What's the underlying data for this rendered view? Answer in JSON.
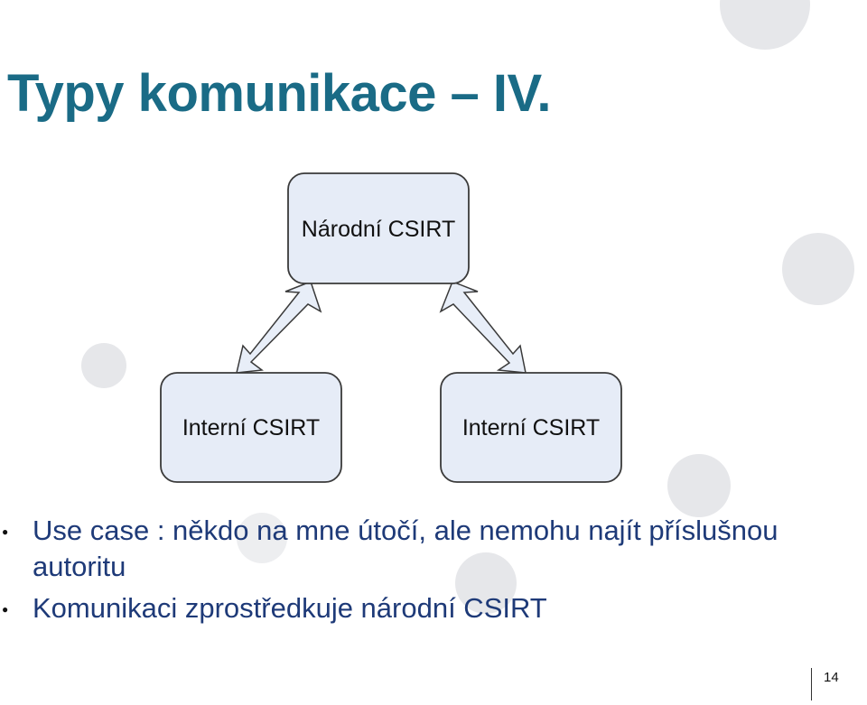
{
  "slide": {
    "title": "Typy komunikace – IV.",
    "page_number": "14"
  },
  "diagram": {
    "nodes": [
      {
        "id": "top",
        "label": "Národní CSIRT"
      },
      {
        "id": "left",
        "label": "Interní CSIRT"
      },
      {
        "id": "right",
        "label": "Interní CSIRT"
      }
    ],
    "edges": [
      {
        "from": "top",
        "to": "left",
        "bidirectional": true
      },
      {
        "from": "top",
        "to": "right",
        "bidirectional": true
      }
    ],
    "colors": {
      "node_fill": "#e6ecf7",
      "node_stroke": "#3a3a3a",
      "arrow_fill": "#e8eef8"
    }
  },
  "bullets": [
    "Use case : někdo na mne útočí, ale nemohu najít příslušnou autoritu",
    "Komunikaci zprostředkuje národní CSIRT"
  ],
  "colors": {
    "title": "#1a6b86",
    "bullet_text": "#1e3a78",
    "decor_circle": "#e6e7ea"
  }
}
